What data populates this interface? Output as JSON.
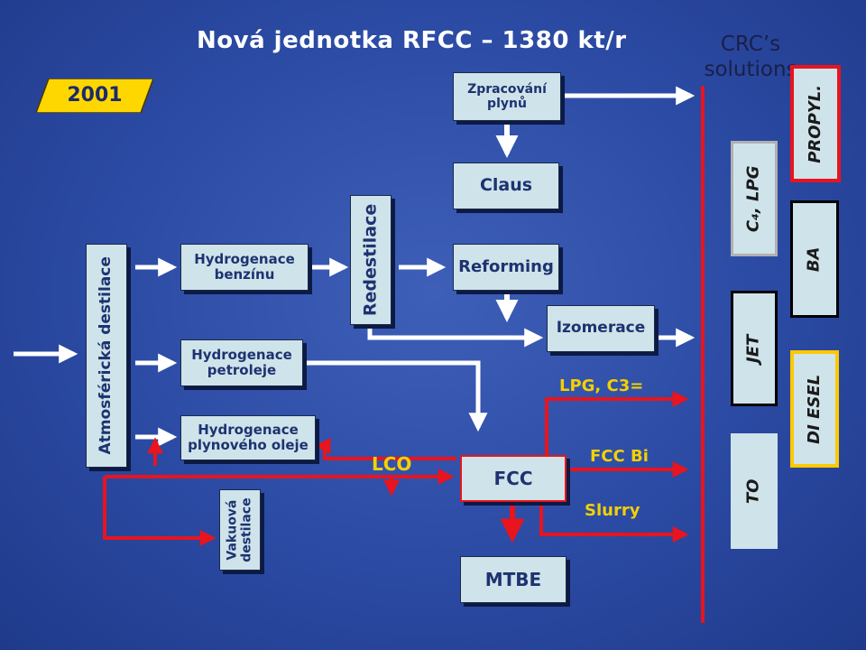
{
  "title": "Nová jednotka RFCC – 1380 kt/r",
  "year": "2001",
  "crc": {
    "line1": "CRC’s",
    "line2": "solutions"
  },
  "units": {
    "atmospheric": "Atmosférická destilace",
    "hydro_benzin": [
      "Hydrogenace",
      "benzínu"
    ],
    "hydro_petrolej": [
      "Hydrogenace",
      "petroleje"
    ],
    "hydro_plyn": [
      "Hydrogenace",
      "plynového oleje"
    ],
    "vakuova": [
      "Vakuová",
      "destilace"
    ],
    "redestilace": "Redestilace",
    "zpracovani": [
      "Zpracování",
      "plynů"
    ],
    "claus": "Claus",
    "reforming": "Reforming",
    "izomerace": "Izomerace",
    "fcc": "FCC",
    "mtbe": "MTBE"
  },
  "streams": {
    "lco": "LCO",
    "lpg": "LPG, C3=",
    "fcc_bi": "FCC Bi",
    "slurry": "Slurry"
  },
  "products": {
    "c4_lpg": "C₄, LPG",
    "propyl": "PROPYL.",
    "ba": "BA",
    "jet": "JET",
    "diesel": "DI ESEL",
    "to": "TO"
  },
  "colors": {
    "background": "#2b4aa3",
    "box_fill": "#cfe3ea",
    "box_text": "#1d3370",
    "white_arrow": "#ffffff",
    "red_arrow": "#e8141e",
    "year_box": "#ffd700",
    "stream_label": "#f5d000",
    "product_propyl_border": "#e8141e",
    "product_ba_border": "#000000",
    "product_c4_border": "#b0b0b0",
    "product_diesel_border": "#ffc800"
  }
}
